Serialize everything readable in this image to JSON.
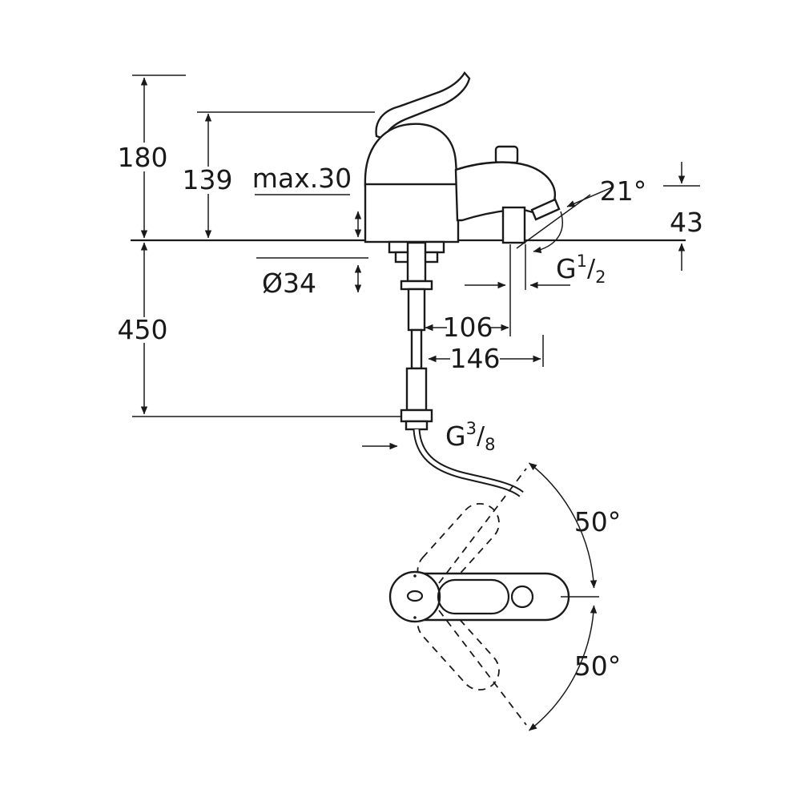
{
  "drawing": {
    "colors": {
      "ink": "#1a1a1a",
      "background": "#ffffff"
    },
    "dimensions": {
      "total_height": "180",
      "body_height": "139",
      "deck_max": "max.30",
      "hole_dia": "Ø34",
      "hose_length": "450",
      "shower_offset": "106",
      "spout_reach": "146",
      "spout_angle": "21°",
      "spout_height": "43",
      "swivel_up": "50°",
      "swivel_down": "50°"
    },
    "threads": {
      "shower": {
        "prefix": "G",
        "numerator": "1",
        "slash": "/",
        "denominator": "2"
      },
      "supply": {
        "prefix": "G",
        "numerator": "3",
        "slash": "/",
        "denominator": "8"
      }
    }
  }
}
